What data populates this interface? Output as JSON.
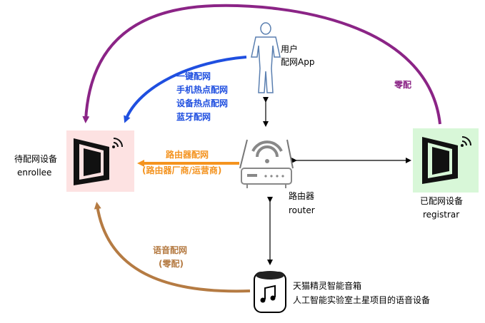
{
  "user": {
    "line1": "用户",
    "line2": "配网App",
    "icon": "person-icon"
  },
  "app_methods": [
    "一键配网",
    "手机热点配网",
    "设备热点配网",
    "蓝牙配网"
  ],
  "enrollee": {
    "line1": "待配网设备",
    "line2": "enrollee",
    "icon": "wifi-device-icon",
    "bg": "#fde2e2"
  },
  "registrar": {
    "line1": "已配网设备",
    "line2": "registrar",
    "icon": "wifi-device-icon",
    "bg": "#d8f7d8"
  },
  "router": {
    "line1": "路由器",
    "line2": "router",
    "icon": "router-icon"
  },
  "router_config": {
    "line1": "路由器配网",
    "line2": "(路由器厂商/运营商)"
  },
  "zero_config": "零配",
  "voice_config": {
    "line1": "语音配网",
    "line2": "(零配)"
  },
  "speaker": {
    "line1": "天猫精灵智能音箱",
    "line2": "人工智能实验室土星项目的语音设备",
    "icon": "music-note-icon"
  },
  "colors": {
    "blue": "#1f4fe0",
    "orange": "#f4931f",
    "purple": "#8b2486",
    "brown": "#b57b43",
    "black": "#000000"
  }
}
